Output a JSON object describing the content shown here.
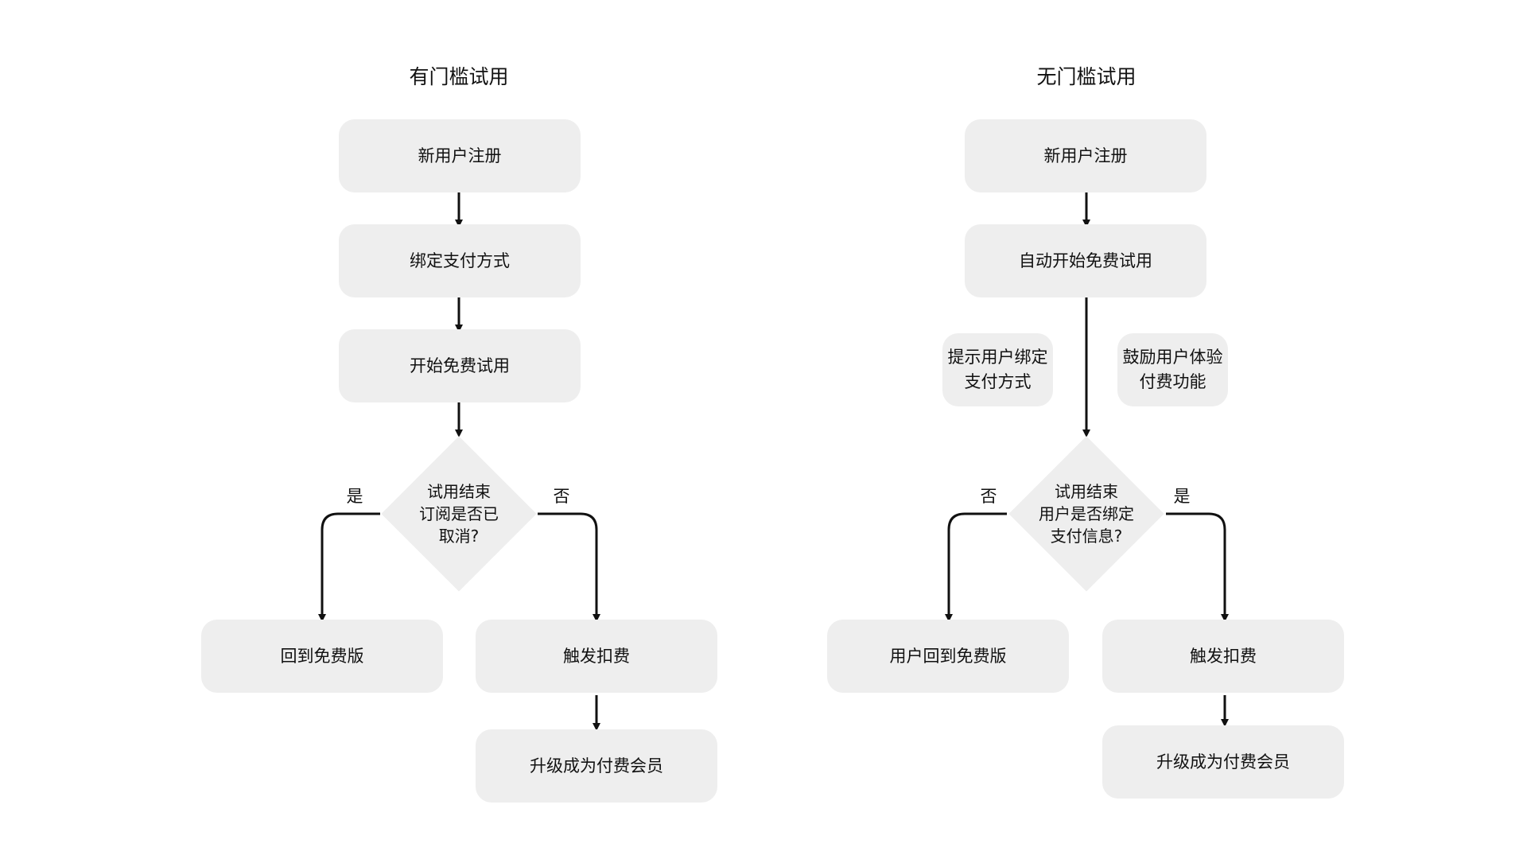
{
  "left_flow": {
    "title": "有门槛试用",
    "register": "新用户注册",
    "bind_payment": "绑定支付方式",
    "start_trial": "开始免费试用",
    "decision": [
      "试用结束",
      "订阅是否已",
      "取消?"
    ],
    "yes_label": "是",
    "no_label": "否",
    "back_to_free": "回到免费版",
    "trigger_charge": "触发扣费",
    "upgrade": "升级成为付费会员"
  },
  "right_flow": {
    "title": "无门槛试用",
    "register": "新用户注册",
    "auto_trial": "自动开始免费试用",
    "side_note_left": [
      "提示用户绑定",
      "支付方式"
    ],
    "side_note_right": [
      "鼓励用户体验",
      "付费功能"
    ],
    "decision": [
      "试用结束",
      "用户是否绑定",
      "支付信息?"
    ],
    "no_label": "否",
    "yes_label": "是",
    "back_to_free": "用户回到免费版",
    "trigger_charge": "触发扣费",
    "upgrade": "升级成为付费会员"
  }
}
